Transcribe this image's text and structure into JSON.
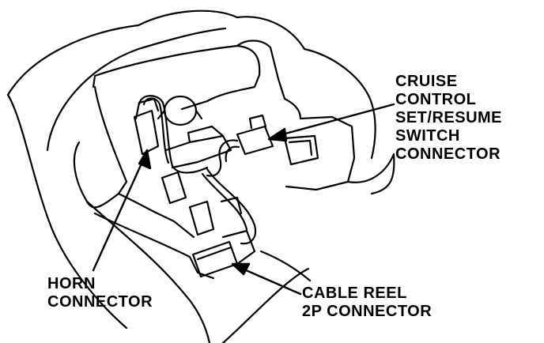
{
  "labels": {
    "cruise_control_connector": [
      "CRUISE",
      "CONTROL",
      "SET/RESUME",
      "SWITCH",
      "CONNECTOR"
    ],
    "horn_connector": [
      "HORN",
      "CONNECTOR"
    ],
    "cable_reel_connector": [
      "CABLE REEL",
      "2P CONNECTOR"
    ]
  },
  "colors": {
    "ink": "#000000",
    "paper": "#ffffff"
  }
}
